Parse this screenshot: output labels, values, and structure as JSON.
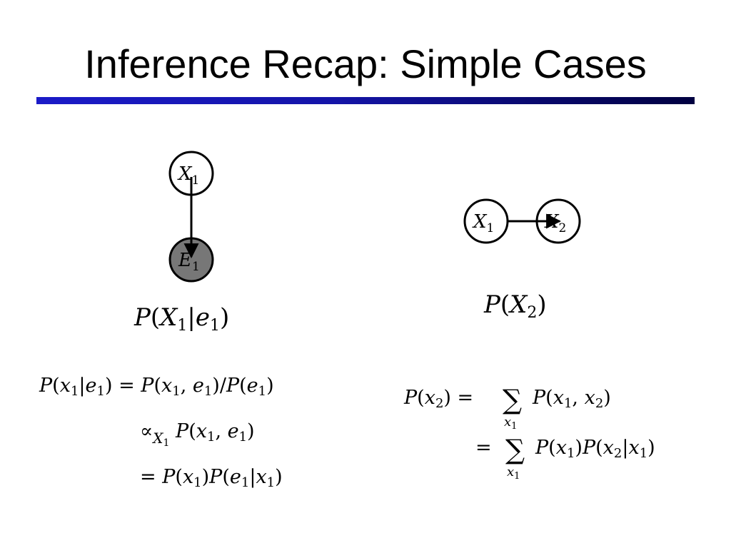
{
  "slide": {
    "title": "Inference Recap: Simple Cases",
    "accent_color": "#1b1bc8"
  },
  "left_case": {
    "graph": {
      "top_node": {
        "var": "X",
        "sub": "1"
      },
      "bottom_node": {
        "var": "E",
        "sub": "1",
        "fill": "#777777"
      }
    },
    "query": "P(X1|e1)",
    "derivation": [
      "P(x1|e1) = P(x1, e1)/P(e1)",
      "∝X1 P(x1, e1)",
      "= P(x1)P(e1|x1)"
    ]
  },
  "right_case": {
    "graph": {
      "left_node": {
        "var": "X",
        "sub": "1"
      },
      "right_node": {
        "var": "X",
        "sub": "2"
      }
    },
    "query": "P(X2)",
    "derivation": [
      "P(x2) = Σx1 P(x1, x2)",
      "= Σx1 P(x1)P(x2|x1)"
    ]
  }
}
